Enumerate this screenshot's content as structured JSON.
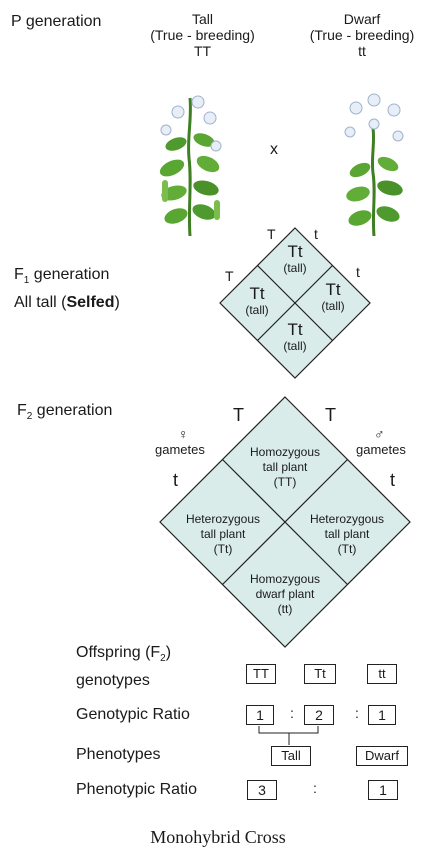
{
  "p_generation": {
    "label": "P generation",
    "tall": {
      "name": "Tall",
      "breeding": "(True - breeding)",
      "genotype": "TT"
    },
    "dwarf": {
      "name": "Dwarf",
      "breeding": "(True - breeding)",
      "genotype": "tt"
    },
    "cross_symbol": "x"
  },
  "f1": {
    "label_prefix": "F",
    "label_sub": "1",
    "label_suffix": " generation",
    "line2_prefix": "All tall (",
    "line2_bold": "Selfed",
    "line2_suffix": ")",
    "gamete_left_top": "T",
    "gamete_left": "T",
    "gamete_right_top": "t",
    "gamete_right": "t",
    "cells": [
      {
        "genotype": "Tt",
        "phenotype": "(tall)"
      },
      {
        "genotype": "Tt",
        "phenotype": "(tall)"
      },
      {
        "genotype": "Tt",
        "phenotype": "(tall)"
      },
      {
        "genotype": "Tt",
        "phenotype": "(tall)"
      }
    ]
  },
  "f2": {
    "label_prefix": "F",
    "label_sub": "2",
    "label_suffix": " generation",
    "female_symbol": "♀",
    "female_gametes": "gametes",
    "male_symbol": "♂",
    "male_gametes": "gametes",
    "gamete_T_left": "T",
    "gamete_T_right": "T",
    "gamete_t_left": "t",
    "gamete_t_right": "t",
    "cells": {
      "top": [
        "Homozygous",
        "tall plant",
        "(TT)"
      ],
      "left": [
        "Heterozygous",
        "tall plant",
        "(Tt)"
      ],
      "right": [
        "Heterozygous",
        "tall plant",
        "(Tt)"
      ],
      "bottom": [
        "Homozygous",
        "dwarf plant",
        "(tt)"
      ]
    }
  },
  "summary": {
    "offspring_prefix": "Offspring (F",
    "offspring_sub": "2",
    "offspring_suffix": ")",
    "offspring_line2": "genotypes",
    "genotypes": [
      "TT",
      "Tt",
      "tt"
    ],
    "genotypic_ratio_label": "Genotypic Ratio",
    "genotypic_ratio": [
      "1",
      "2",
      "1"
    ],
    "ratio_sep": ":",
    "phenotypes_label": "Phenotypes",
    "phenotypes": [
      "Tall",
      "Dwarf"
    ],
    "phenotypic_ratio_label": "Phenotypic  Ratio",
    "phenotypic_ratio": [
      "3",
      "1"
    ]
  },
  "caption": "Monohybrid Cross",
  "colors": {
    "cell_fill": "#d9ecea",
    "stroke": "#222222",
    "leaf": "#4f9a2e",
    "flower": "#e8eef7"
  }
}
